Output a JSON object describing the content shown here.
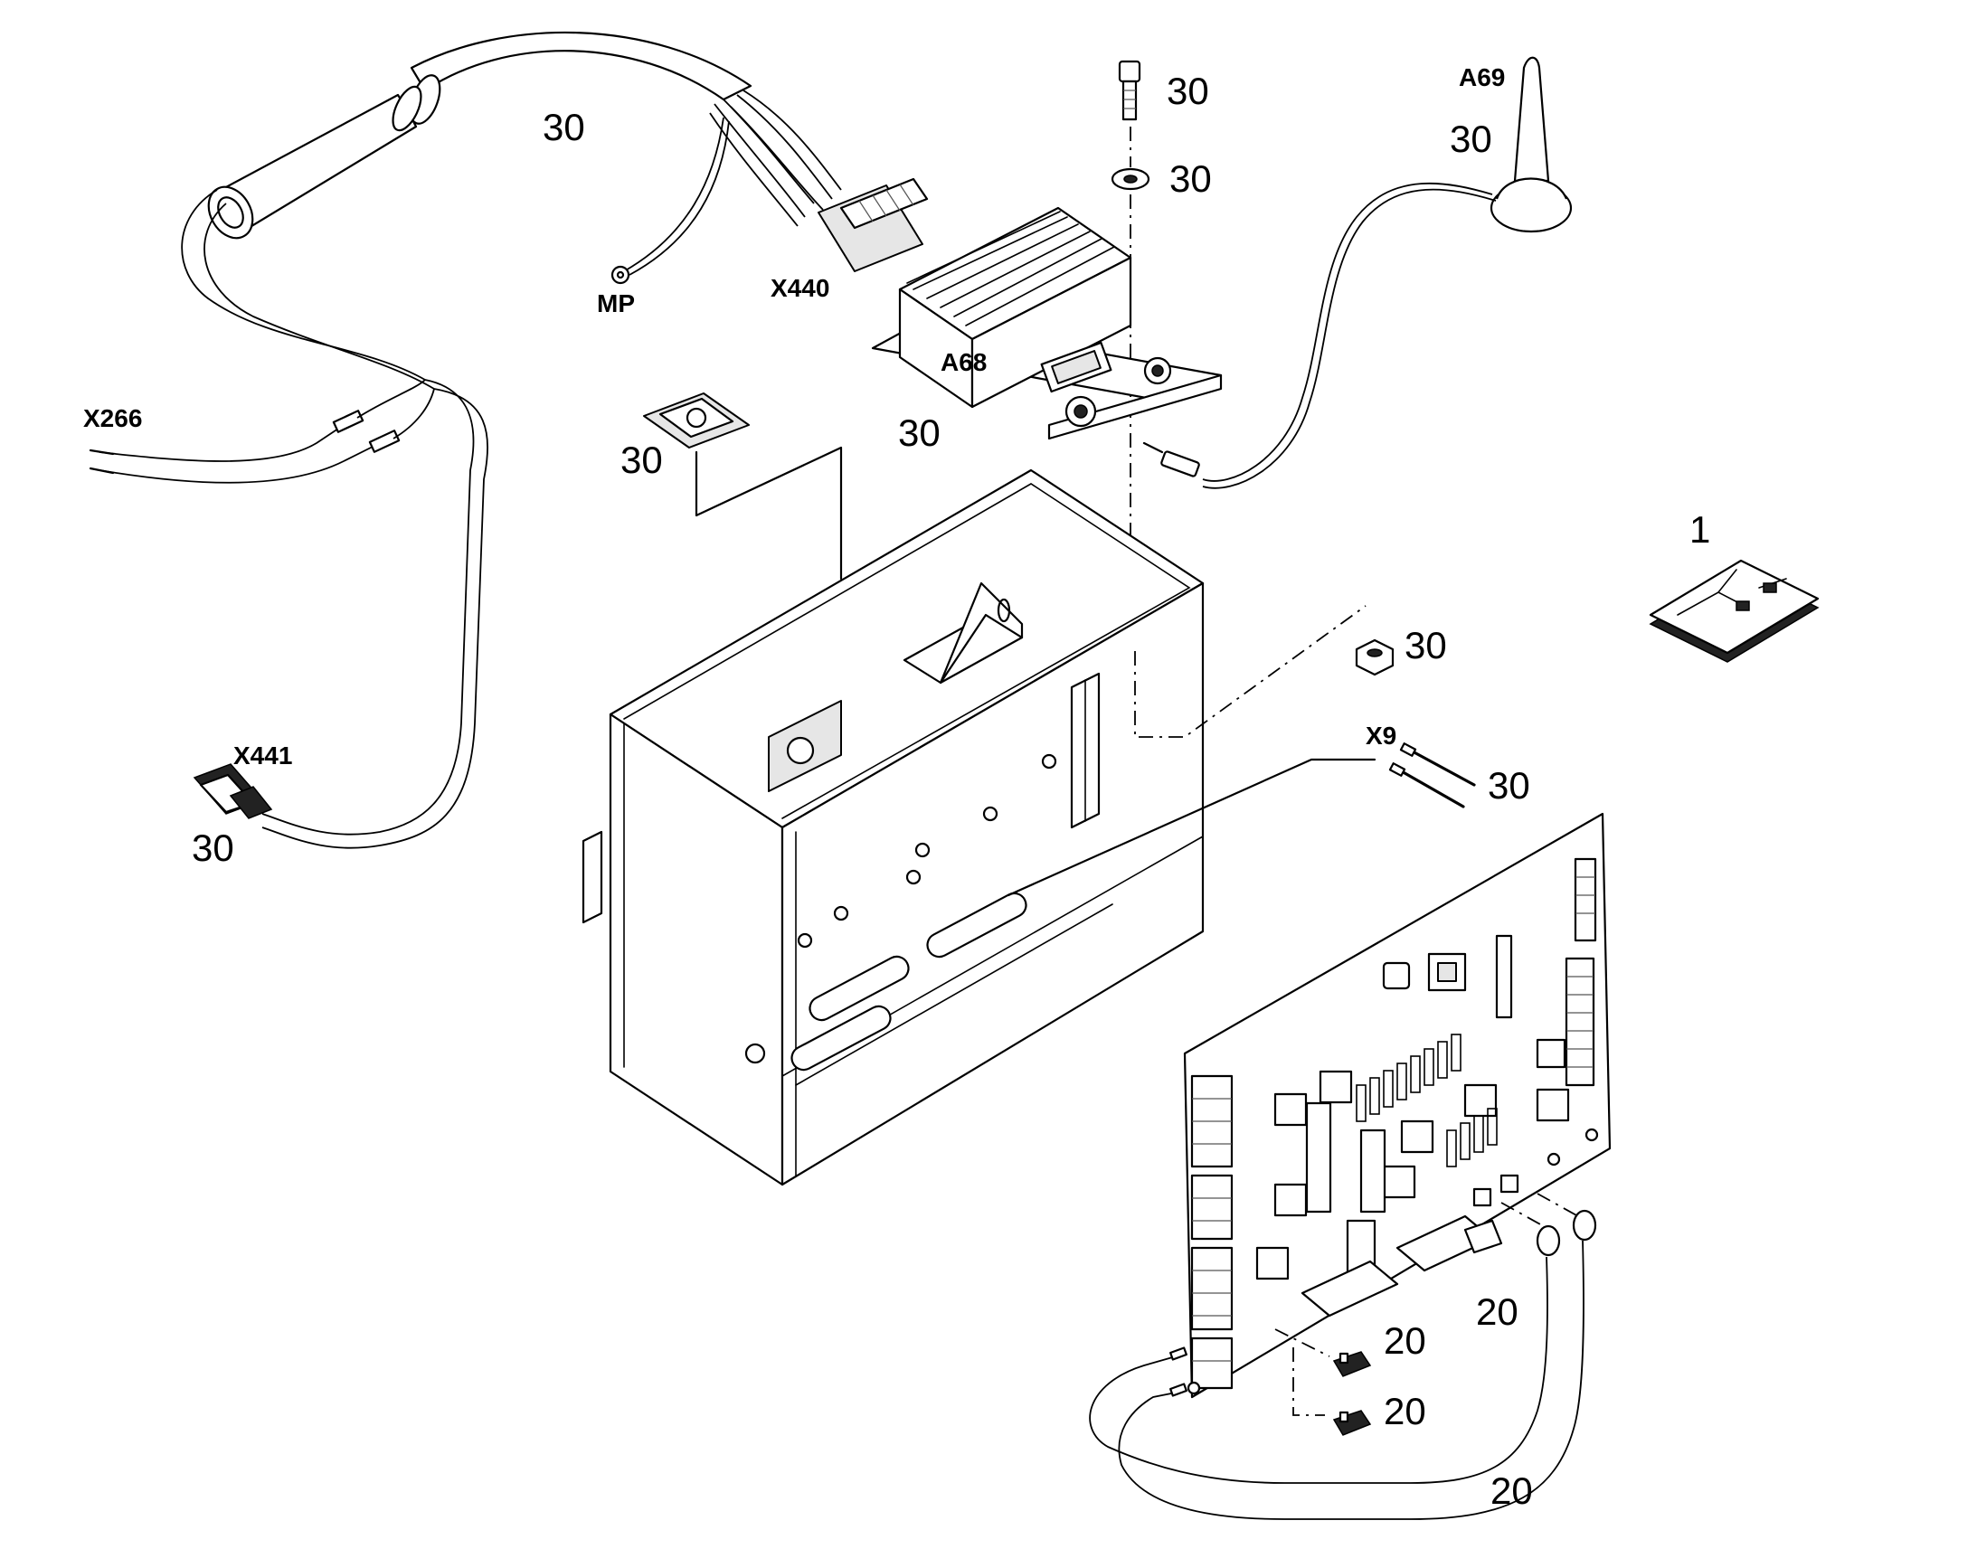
{
  "callouts": {
    "harness_top": "30",
    "bolt": "30",
    "washer": "30",
    "antenna": "30",
    "module": "30",
    "tie_mount": "30",
    "nut": "30",
    "pins_x9": "30",
    "connector_x441": "30",
    "kit": "1",
    "fuse_upper": "20",
    "fuse_lower": "20",
    "ground_cable_right": "20",
    "ground_cable_bottom": "20"
  },
  "refs": {
    "mp": "MP",
    "x440": "X440",
    "a68": "A68",
    "a69": "A69",
    "x266": "X266",
    "x441": "X441",
    "x9": "X9"
  }
}
